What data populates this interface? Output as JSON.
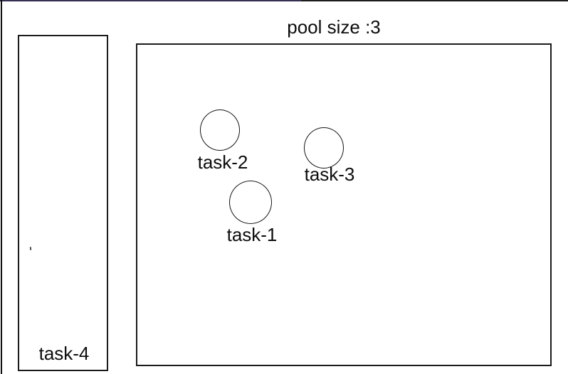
{
  "diagram": {
    "pool": {
      "title": "pool size :3",
      "size": 3,
      "tasks": [
        {
          "label": "task-2"
        },
        {
          "label": "task-3"
        },
        {
          "label": "task-1"
        }
      ]
    },
    "queue": {
      "tasks": [
        {
          "label": "task-4"
        }
      ]
    }
  }
}
